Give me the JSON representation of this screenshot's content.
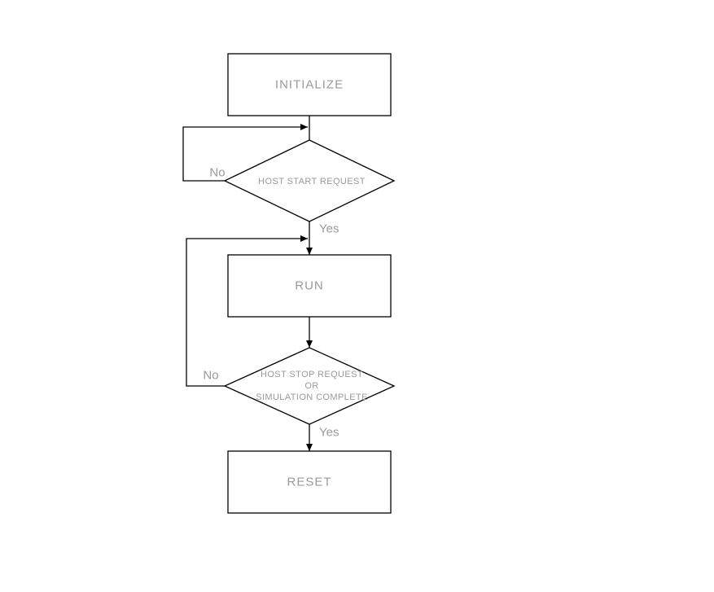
{
  "diagram": {
    "type": "flowchart",
    "background_color": "#ffffff",
    "line_color": "#000000",
    "text_color": "#9a9a9a",
    "nodes": [
      {
        "id": "initialize",
        "shape": "rect",
        "label": "INITIALIZE"
      },
      {
        "id": "host-start-request",
        "shape": "diamond",
        "label": "HOST START REQUEST"
      },
      {
        "id": "run",
        "shape": "rect",
        "label": "RUN"
      },
      {
        "id": "host-stop-request",
        "shape": "diamond",
        "label_lines": [
          "HOST STOP REQUEST",
          "OR",
          "SIMULATION COMPLETE"
        ]
      },
      {
        "id": "reset",
        "shape": "rect",
        "label": "RESET"
      }
    ],
    "edge_labels": {
      "start_no": "No",
      "start_yes": "Yes",
      "stop_no": "No",
      "stop_yes": "Yes"
    }
  }
}
